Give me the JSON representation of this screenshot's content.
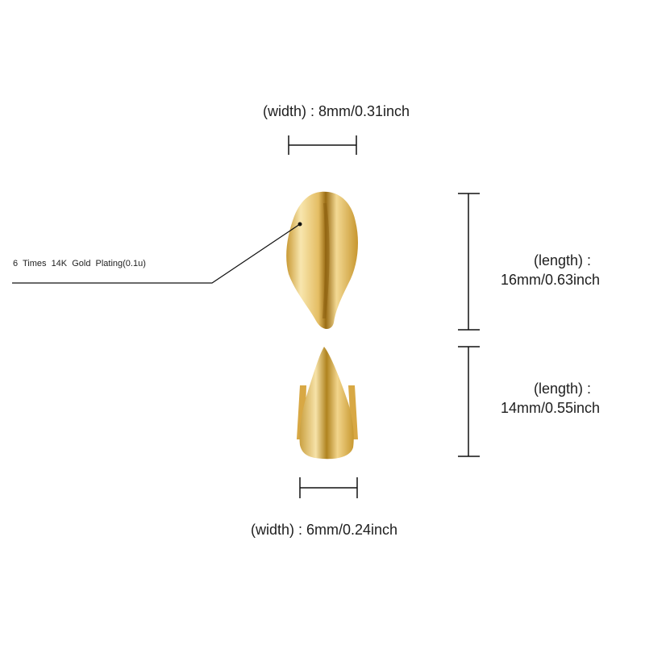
{
  "annotations": {
    "top_width": "(width) : 8mm/0.31inch",
    "upper_length_label": "(length) :",
    "upper_length_value": "16mm/0.63inch",
    "lower_length_label": "(length) :",
    "lower_length_value": "14mm/0.55inch",
    "bottom_width": "(width) : 6mm/0.24inch",
    "plating_note": "6 Times 14K Gold Plating(0.1u)"
  },
  "colors": {
    "gold_light": "#f7e2a6",
    "gold_mid": "#d9ad4a",
    "gold_dark": "#a87a1c",
    "line": "#111111"
  }
}
